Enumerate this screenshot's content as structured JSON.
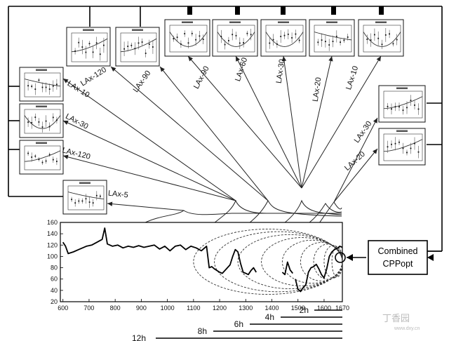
{
  "combined_label_line1": "Combined",
  "combined_label_line2": "CPPopt",
  "thumbnails": [
    {
      "id": "top-lax120",
      "label": "LAx-120"
    },
    {
      "id": "top-lax90",
      "label": "LAx-90"
    },
    {
      "id": "top-lax90b",
      "label": "LAx-90"
    },
    {
      "id": "top-lax60",
      "label": "LAx-60"
    },
    {
      "id": "top-lax30",
      "label": "LAx-30"
    },
    {
      "id": "top-lax20",
      "label": "LAx-20"
    },
    {
      "id": "top-lax10",
      "label": "LAx-10"
    },
    {
      "id": "left-lax10",
      "label": "LAx-10"
    },
    {
      "id": "left-lax30",
      "label": "LAx-30"
    },
    {
      "id": "left-lax120",
      "label": "LAx-120"
    },
    {
      "id": "left-lax5",
      "label": "LAx-5"
    },
    {
      "id": "right-lax30",
      "label": "LAx-30"
    },
    {
      "id": "right-lax20",
      "label": "LAx-20"
    }
  ],
  "windows": [
    "2h",
    "4h",
    "6h",
    "8h",
    "12h"
  ],
  "chart_data": {
    "type": "line",
    "title": "",
    "xlabel": "",
    "ylabel": "",
    "xlim": [
      590,
      1670
    ],
    "ylim": [
      20,
      160
    ],
    "x_ticks": [
      600,
      700,
      800,
      900,
      1000,
      1100,
      1200,
      1300,
      1400,
      1500,
      1600,
      1670
    ],
    "y_ticks": [
      20,
      40,
      60,
      80,
      100,
      120,
      140,
      160
    ],
    "series": [
      {
        "name": "",
        "x": [
          600,
          610,
          620,
          640,
          660,
          690,
          710,
          730,
          750,
          760,
          770,
          790,
          810,
          830,
          850,
          870,
          890,
          910,
          930,
          950,
          970,
          990,
          1010,
          1030,
          1050,
          1070,
          1090,
          1110,
          1130,
          1150,
          1160,
          1170,
          1180,
          1200,
          1210,
          1220,
          1240,
          1250,
          1260,
          1270,
          1280,
          1290,
          1300,
          1310,
          1320,
          1330,
          1340
        ],
        "y": [
          125,
          118,
          105,
          108,
          112,
          118,
          120,
          125,
          130,
          150,
          122,
          118,
          120,
          115,
          118,
          116,
          119,
          116,
          118,
          120,
          113,
          118,
          110,
          118,
          120,
          112,
          118,
          115,
          110,
          118,
          80,
          82,
          78,
          72,
          70,
          75,
          85,
          100,
          112,
          108,
          88,
          72,
          70,
          68,
          75,
          80,
          72
        ]
      },
      {
        "name": "",
        "x": [
          1440,
          1450,
          1460,
          1470,
          1480
        ],
        "y": [
          72,
          68,
          90,
          76,
          70
        ]
      },
      {
        "name": "",
        "x": [
          1490,
          1500,
          1510,
          1520,
          1530,
          1540,
          1550,
          1560,
          1570,
          1580,
          1590,
          1600,
          1610,
          1620,
          1630,
          1640,
          1650,
          1660,
          1670
        ],
        "y": [
          60,
          42,
          38,
          45,
          50,
          72,
          80,
          82,
          86,
          78,
          68,
          62,
          78,
          100,
          108,
          112,
          114,
          118,
          116
        ]
      }
    ]
  },
  "watermark": "丁香园",
  "watermark_url": "www.dxy.cn"
}
